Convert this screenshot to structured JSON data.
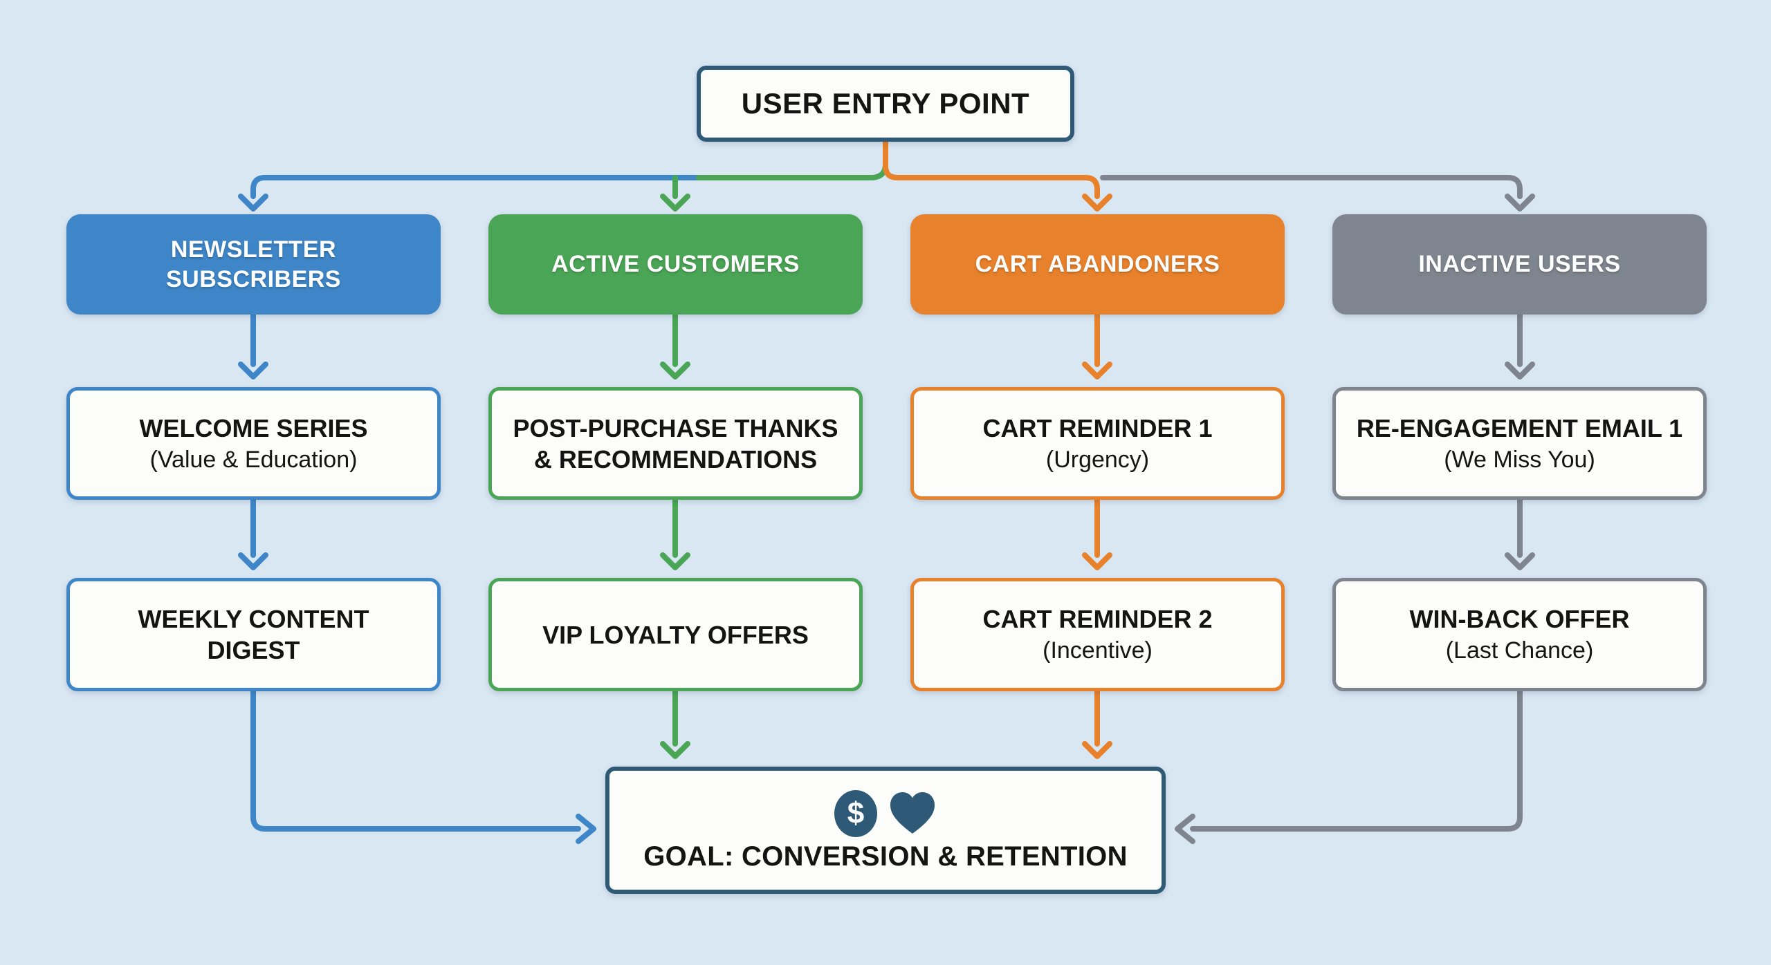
{
  "diagram": {
    "entry": {
      "label": "USER ENTRY POINT"
    },
    "branches": [
      {
        "name": "newsletter-subscribers",
        "label": "NEWSLETTER SUBSCRIBERS",
        "color": "#3e86c8",
        "step1": {
          "title": "WELCOME SERIES",
          "subtitle": "(Value & Education)"
        },
        "step2": {
          "title": "WEEKLY CONTENT DIGEST"
        }
      },
      {
        "name": "active-customers",
        "label": "ACTIVE CUSTOMERS",
        "color": "#4ba556",
        "step1": {
          "title": "POST-PURCHASE THANKS & RECOMMENDATIONS"
        },
        "step2": {
          "title": "VIP LOYALTY OFFERS"
        }
      },
      {
        "name": "cart-abandoners",
        "label": "CART ABANDONERS",
        "color": "#e8812b",
        "step1": {
          "title": "CART REMINDER 1",
          "subtitle": "(Urgency)"
        },
        "step2": {
          "title": "CART REMINDER 2",
          "subtitle": "(Incentive)"
        }
      },
      {
        "name": "inactive-users",
        "label": "INACTIVE USERS",
        "color": "#7f858e",
        "step1": {
          "title": "RE-ENGAGEMENT EMAIL 1",
          "subtitle": "(We Miss You)"
        },
        "step2": {
          "title": "WIN-BACK OFFER",
          "subtitle": "(Last Chance)"
        }
      }
    ],
    "goal": {
      "label": "GOAL: CONVERSION & RETENTION",
      "dollar_symbol": "$",
      "icons": [
        "dollar-icon",
        "heart-icon"
      ]
    }
  },
  "colors": {
    "bg": "#d9e7f3",
    "blue": "#3e86c8",
    "green": "#4ba556",
    "orange": "#e8812b",
    "gray": "#7f858e",
    "navy": "#2e5a78",
    "box": "#fcfcfa",
    "ink": "#141414"
  }
}
